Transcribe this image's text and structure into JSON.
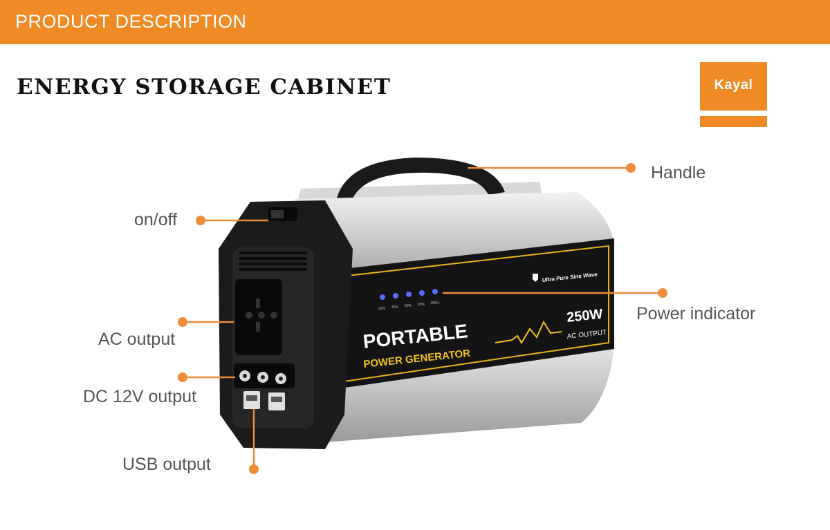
{
  "banner": {
    "title": "PRODUCT DESCRIPTION"
  },
  "heading": {
    "title": "ENERGY STORAGE CABINET"
  },
  "logo": {
    "text": "Kayal"
  },
  "callouts": {
    "handle": "Handle",
    "onoff": "on/off",
    "power_indicator": "Power indicator",
    "ac_output": "AC output",
    "dc_output": "DC 12V output",
    "usb_output": "USB output"
  },
  "device": {
    "brand_line1": "PORTABLE",
    "brand_line2": "POWER GENERATOR",
    "wattage": "250W",
    "ac_output_label": "AC OUTPUT",
    "wave_label": "Ultra Pure Sine Wave",
    "indicator_levels": [
      "20%",
      "40%",
      "60%",
      "80%",
      "100%"
    ]
  },
  "colors": {
    "accent": "#f08a24",
    "callout_text": "#555555"
  }
}
